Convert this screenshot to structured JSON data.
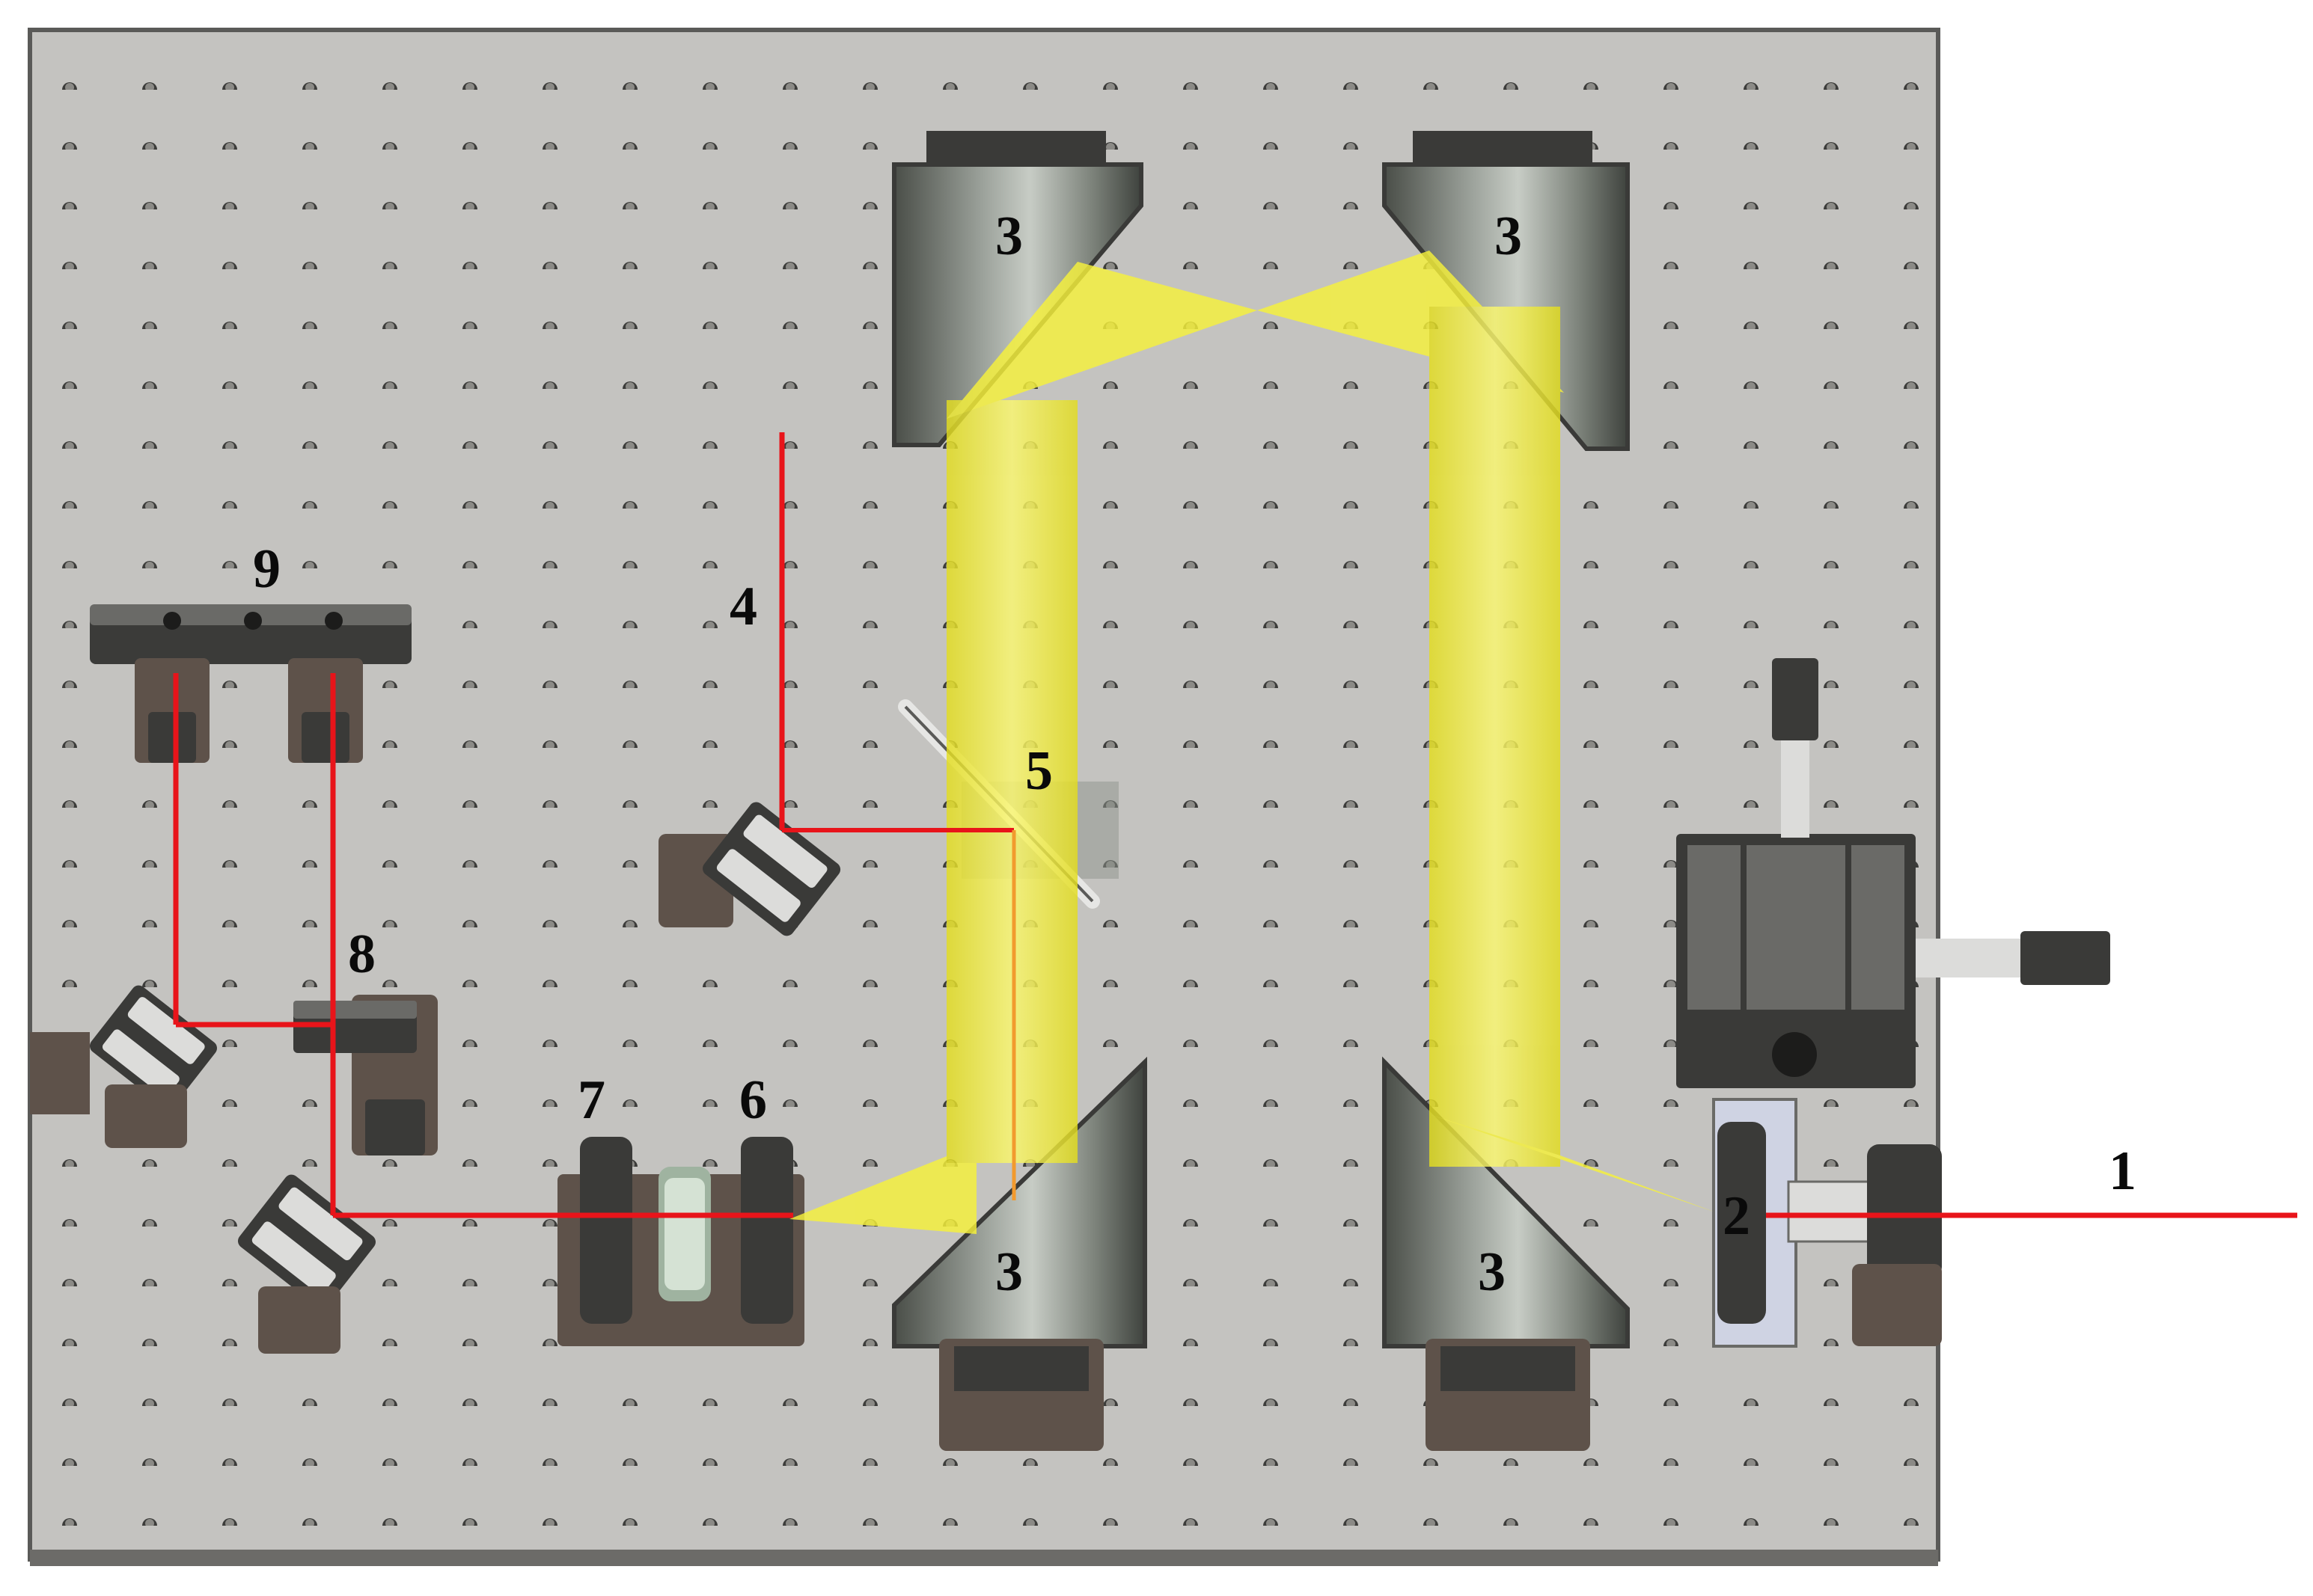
{
  "diagram": {
    "labels": {
      "input_beam": "1",
      "component_2": "2",
      "mirror_top_left": "3",
      "mirror_top_right": "3",
      "mirror_bottom_left": "3",
      "mirror_bottom_right": "3",
      "component_4": "4",
      "component_5": "5",
      "component_6": "6",
      "component_7": "7",
      "component_8": "8",
      "component_9": "9"
    },
    "colors": {
      "table": "#c4c3c0",
      "table_edge": "#5a5a58",
      "hole": "#3c3c3a",
      "laser_beam": "#e8141a",
      "broadband_beam": "#f7f23a",
      "mirror_metal": "#8e938c",
      "mount_dark": "#3a3a38",
      "mount_brown": "#5e524a",
      "steel_light": "#dcdcda",
      "label_text": "#0a0a0a"
    }
  }
}
